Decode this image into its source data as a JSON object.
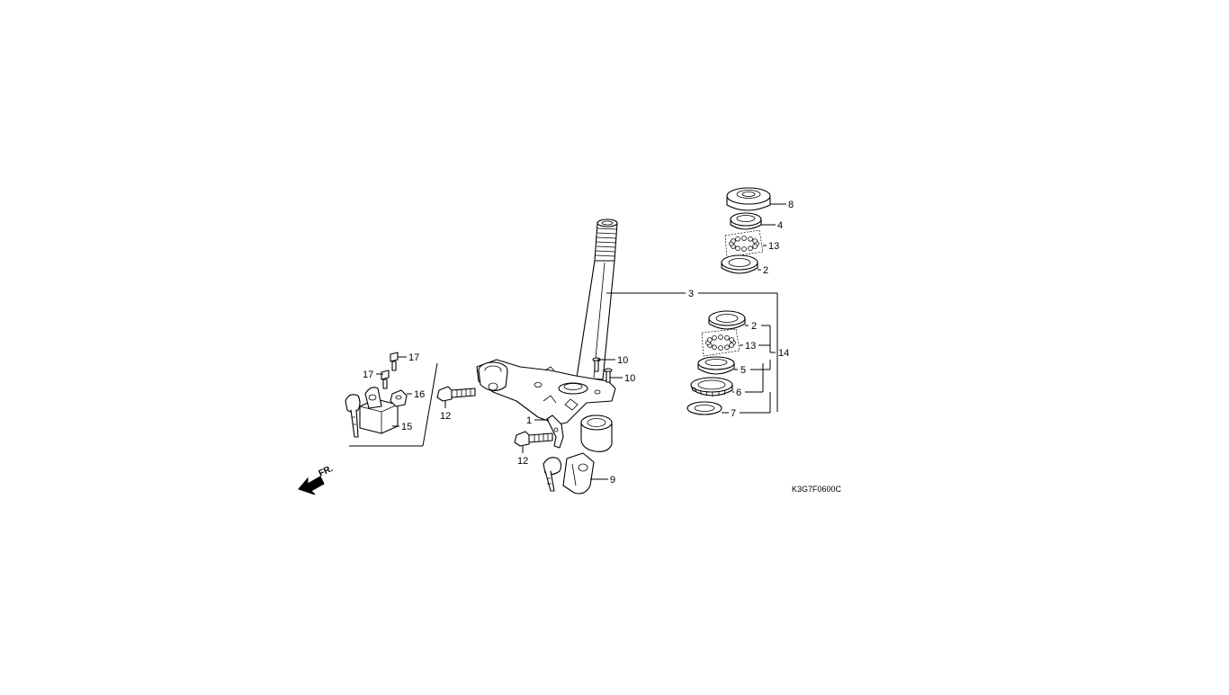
{
  "drawing_code": "K3G7F0600C",
  "front_marker": "FR.",
  "callouts": [
    {
      "id": "c1",
      "label": "1"
    },
    {
      "id": "c2a",
      "label": "2"
    },
    {
      "id": "c2b",
      "label": "2"
    },
    {
      "id": "c3",
      "label": "3"
    },
    {
      "id": "c4",
      "label": "4"
    },
    {
      "id": "c5",
      "label": "5"
    },
    {
      "id": "c6",
      "label": "6"
    },
    {
      "id": "c7",
      "label": "7"
    },
    {
      "id": "c8",
      "label": "8"
    },
    {
      "id": "c9",
      "label": "9"
    },
    {
      "id": "c10a",
      "label": "10"
    },
    {
      "id": "c10b",
      "label": "10"
    },
    {
      "id": "c12a",
      "label": "12"
    },
    {
      "id": "c12b",
      "label": "12"
    },
    {
      "id": "c13a",
      "label": "13"
    },
    {
      "id": "c13b",
      "label": "13"
    },
    {
      "id": "c14",
      "label": "14"
    },
    {
      "id": "c15",
      "label": "15"
    },
    {
      "id": "c16",
      "label": "16"
    },
    {
      "id": "c17a",
      "label": "17"
    },
    {
      "id": "c17b",
      "label": "17"
    }
  ]
}
